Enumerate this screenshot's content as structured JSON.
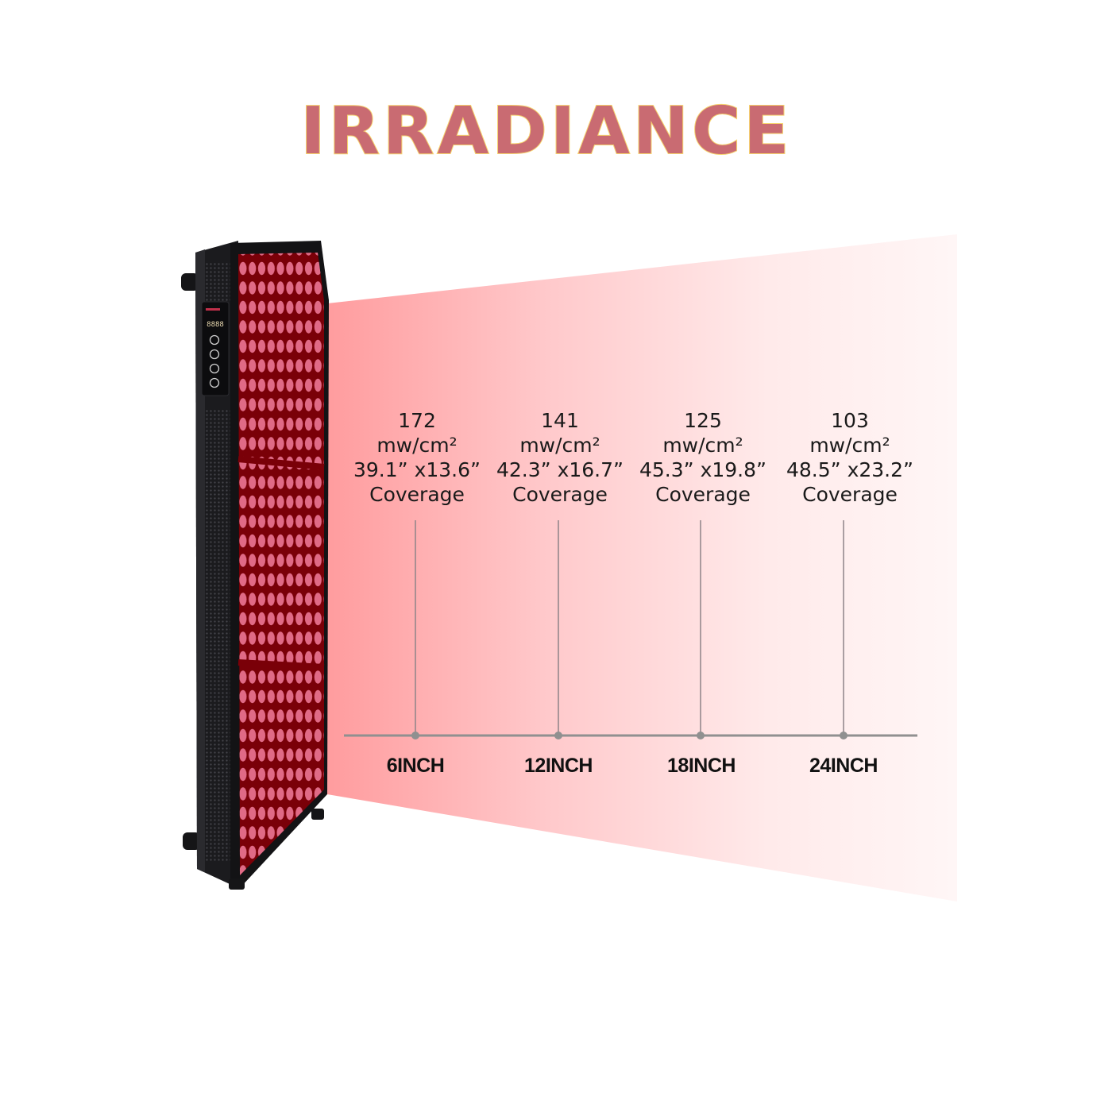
{
  "title": "IRRADIANCE",
  "colors": {
    "title_fill": "#c96b72",
    "title_outline": "#f6d36e",
    "beam_start": "#ff9c9e",
    "beam_end": "#fff6f6",
    "panel_body": "#1b1b1e",
    "panel_face": "#7a0008",
    "led": "#e06a86",
    "axis": "#909090"
  },
  "device": {
    "display_readout": "8888",
    "control_buttons": 4
  },
  "measurements": [
    {
      "distance": "6INCH",
      "irradiance": "172",
      "unit": "mw/cm²",
      "coverage_dims": "39.1” x13.6”",
      "coverage_label": "Coverage"
    },
    {
      "distance": "12INCH",
      "irradiance": "141",
      "unit": "mw/cm²",
      "coverage_dims": "42.3” x16.7”",
      "coverage_label": "Coverage"
    },
    {
      "distance": "18INCH",
      "irradiance": "125",
      "unit": "mw/cm²",
      "coverage_dims": "45.3” x19.8”",
      "coverage_label": "Coverage"
    },
    {
      "distance": "24INCH",
      "irradiance": "103",
      "unit": "mw/cm²",
      "coverage_dims": "48.5” x23.2”",
      "coverage_label": "Coverage"
    }
  ]
}
